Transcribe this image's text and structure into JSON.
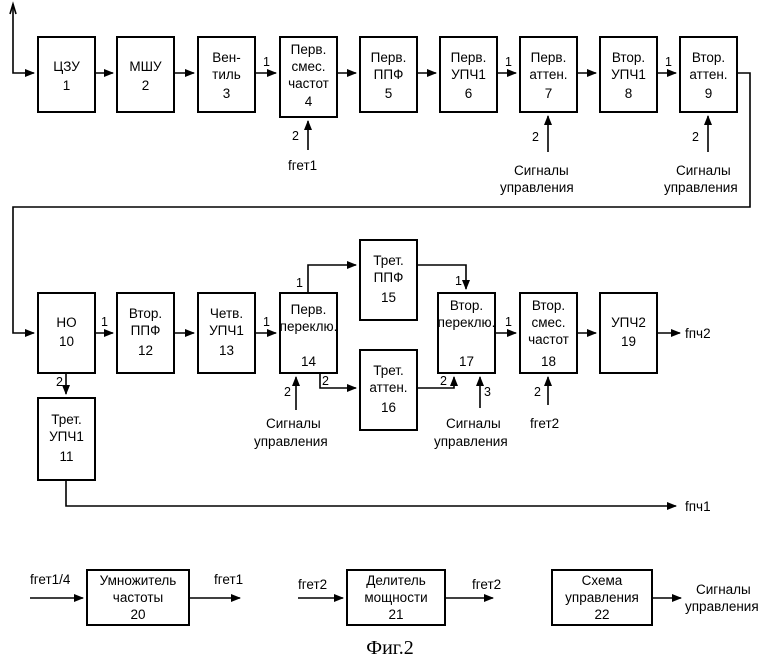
{
  "blocks": {
    "b1": [
      "ЦЗУ",
      "1"
    ],
    "b2": [
      "МШУ",
      "2"
    ],
    "b3": [
      "Вен-",
      "тиль",
      "3"
    ],
    "b4": [
      "Перв.",
      "смес.",
      "частот",
      "4"
    ],
    "b5": [
      "Перв.",
      "ППФ",
      "5"
    ],
    "b6": [
      "Перв.",
      "УПЧ1",
      "6"
    ],
    "b7": [
      "Перв.",
      "аттен.",
      "7"
    ],
    "b8": [
      "Втор.",
      "УПЧ1",
      "8"
    ],
    "b9": [
      "Втор.",
      "аттен.",
      "9"
    ],
    "b10": [
      "НО",
      "10"
    ],
    "b11": [
      "Трет.",
      "УПЧ1",
      "11"
    ],
    "b12": [
      "Втор.",
      "ППФ",
      "12"
    ],
    "b13": [
      "Четв.",
      "УПЧ1",
      "13"
    ],
    "b14": [
      "Перв.",
      "переклю.",
      "14"
    ],
    "b15": [
      "Трет.",
      "ППФ",
      "15"
    ],
    "b16": [
      "Трет.",
      "аттен.",
      "16"
    ],
    "b17": [
      "Втор.",
      "переклю.",
      "17"
    ],
    "b18": [
      "Втор.",
      "смес.",
      "частот",
      "18"
    ],
    "b19": [
      "УПЧ2",
      "19"
    ],
    "b20": [
      "Умножитель",
      "частоты",
      "20"
    ],
    "b21": [
      "Делитель",
      "мощности",
      "21"
    ],
    "b22": [
      "Схема",
      "управления",
      "22"
    ]
  },
  "signals": {
    "fret1": "fгет1",
    "fret2": "fгет2",
    "fret1_4": "fгет1/4",
    "fpch1": "fпч1",
    "fpch2": "fпч2",
    "ctrl_line1": "Сигналы",
    "ctrl_line2": "управления"
  },
  "ports": {
    "p1": "1",
    "p2": "2",
    "p3": "3"
  },
  "caption": "Фиг.2"
}
